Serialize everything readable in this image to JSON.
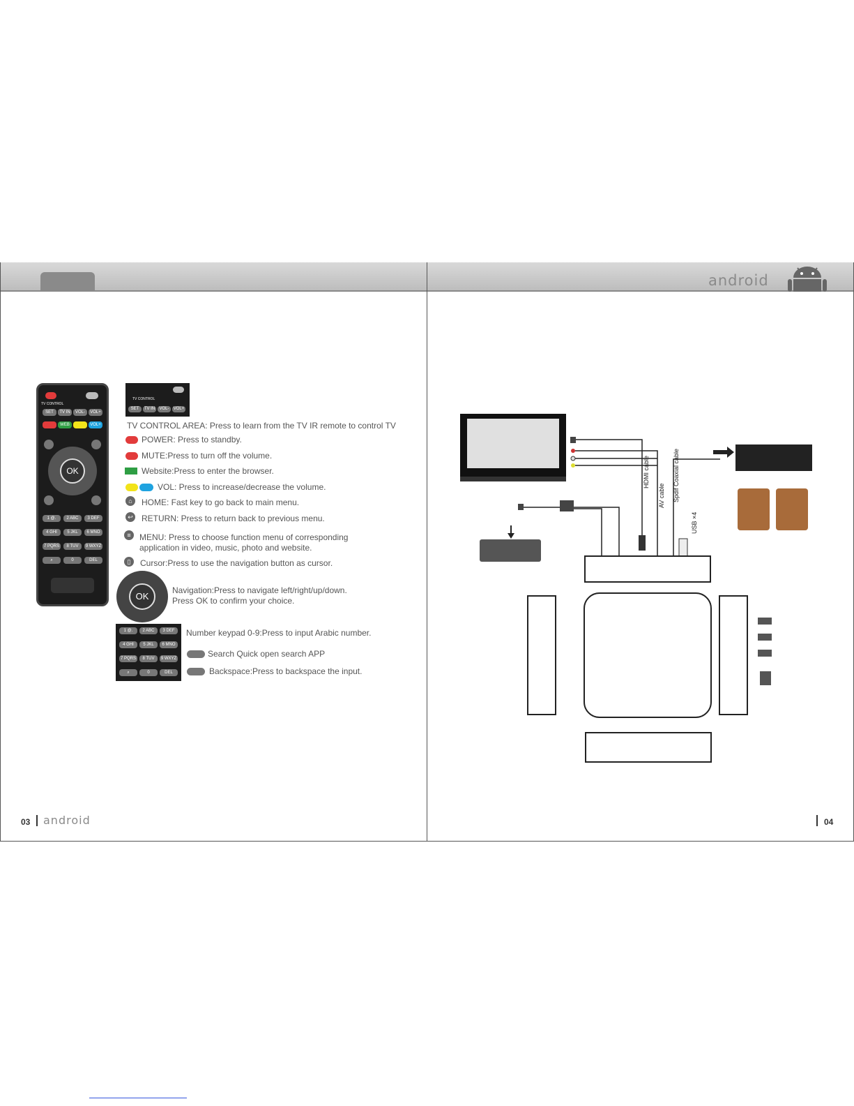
{
  "left_page": {
    "page_number": "03",
    "brand": "android",
    "remote_labels": {
      "tv_control": "TV CONTROL",
      "set": "SET",
      "tv_in": "TV IN",
      "vol_minus": "VOL-",
      "vol_plus": "VOL+",
      "web": "WEB",
      "ok": "OK",
      "k1": "1 @.",
      "k2": "2 ABC",
      "k3": "3 DEF",
      "k4": "4 GHI",
      "k5": "5 JKL",
      "k6": "6 MNO",
      "k7": "7 PQRS",
      "k8": "8 TUV",
      "k9": "9 WXYZ",
      "k0": "0",
      "del": "DEL"
    },
    "descriptions": {
      "tv_control": "TV CONTROL AREA: Press to learn from the TV IR remote to control TV",
      "power": "POWER: Press to standby.",
      "mute": "MUTE:Press to turn off the volume.",
      "website": "Website:Press to enter the browser.",
      "vol": "VOL: Press to increase/decrease the volume.",
      "home": "HOME: Fast key to go back to main menu.",
      "return": "RETURN: Press to return back to previous menu.",
      "menu_1": "MENU: Press to choose function menu of corresponding",
      "menu_2": "application in video, music, photo and website.",
      "cursor": "Cursor:Press to use the navigation button as cursor.",
      "nav_1": "Navigation:Press to navigate left/right/up/down.",
      "nav_2": "Press OK to confirm your choice.",
      "keypad": "Number keypad 0-9:Press to input Arabic number.",
      "search": "Search Quick open search APP",
      "backspace": "Backspace:Press to backspace the input."
    }
  },
  "right_page": {
    "page_number": "04",
    "brand": "android",
    "cable_labels": {
      "hdmi": "HDMI cable",
      "av": "AV cable",
      "spdif": "Spdif Coaxial cable",
      "usb": "USB ×4"
    }
  },
  "colors": {
    "power": "#e23b3b",
    "web": "#2f9e44",
    "vol_minus": "#f2e31a",
    "vol_plus": "#1fa3e0"
  }
}
